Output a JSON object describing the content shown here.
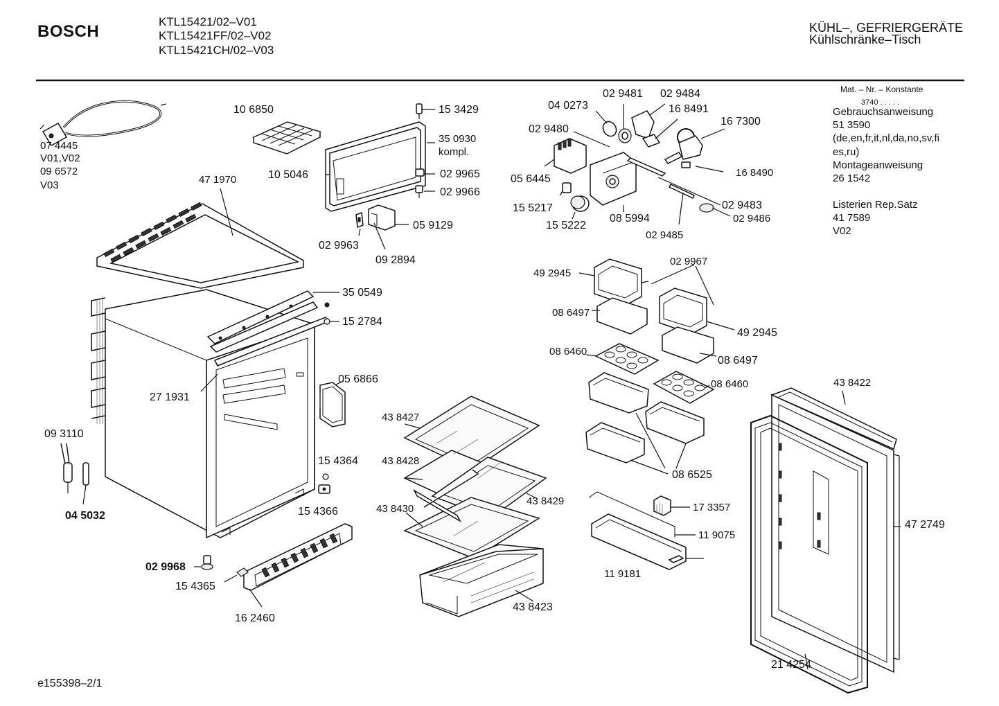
{
  "header": {
    "brand": "BOSCH",
    "models": [
      "KTL15421/02–V01",
      "KTL15421FF/02–V02",
      "KTL15421CH/02–V03"
    ],
    "category": "KÜHL–, GEFRIERGERÄTE",
    "subcategory": "Kühlschränke–Tisch"
  },
  "info": {
    "mat_label": "Mat. – Nr. – Konstante",
    "konstante": "3740  .  .  .  .  .",
    "manual_label": "Gebrauchsanweisung",
    "manual_no": "51 3590",
    "manual_langs_1": "(de,en,fr,it,nl,da,no,sv,fi",
    "manual_langs_2": "es,ru)",
    "mount_label": "Montageanweisung",
    "mount_no": "26 1542",
    "list_label": "Listerien Rep.Satz",
    "list_no": "41 7589",
    "list_var": "V02"
  },
  "parts": {
    "p074445": "07 4445",
    "v0102": "V01,V02",
    "p096572": "09 6572",
    "v03": "V03",
    "p106850": "10 6850",
    "p153429": "15 3429",
    "p350930": "35  0930",
    "kompl": "kompl.",
    "p105046": "10 5046",
    "p029965": "02 9965",
    "p029966": "02 9966",
    "p059129": "05 9129",
    "p029963": "02 9963",
    "p092894": "09 2894",
    "p471970": "47 1970",
    "p350549": "35 0549",
    "p152784": "15 2784",
    "p271931": "27 1931",
    "p056866": "05 6866",
    "p093110": "09 3110",
    "p045032": "04 5032",
    "p154364": "15 4364",
    "p154366": "15 4366",
    "p029968": "02 9968",
    "p154365": "15 4365",
    "p162460": "16 2460",
    "p438427": "43 8427",
    "p438428": "43 8428",
    "p438429": "43 8429",
    "p438430": "43 8430",
    "p438423": "43 8423",
    "p040273": "04 0273",
    "p029481": "02 9481",
    "p029484": "02 9484",
    "p168491": "16 8491",
    "p167300": "16 7300",
    "p029480": "02 9480",
    "p056445": "05 6445",
    "p168490": "16 8490",
    "p155217": "15 5217",
    "p155222": "15 5222",
    "p085994": "08 5994",
    "p029483": "02 9483",
    "p029486": "02 9486",
    "p029485": "02 9485",
    "p492945a": "49 2945",
    "p029967": "02 9967",
    "p086497a": "08 6497",
    "p492945b": "49 2945",
    "p086497b": "08 6497",
    "p086460a": "08 6460",
    "p086460b": "08 6460",
    "p086525": "08 6525",
    "p173357": "17 3357",
    "p119075": "11  9075",
    "p119181": "11  9181",
    "p438422": "43 8422",
    "p472749": "47 2749",
    "p214254": "21 4254"
  },
  "footer": {
    "drawing_no": "e155398–2/1"
  }
}
